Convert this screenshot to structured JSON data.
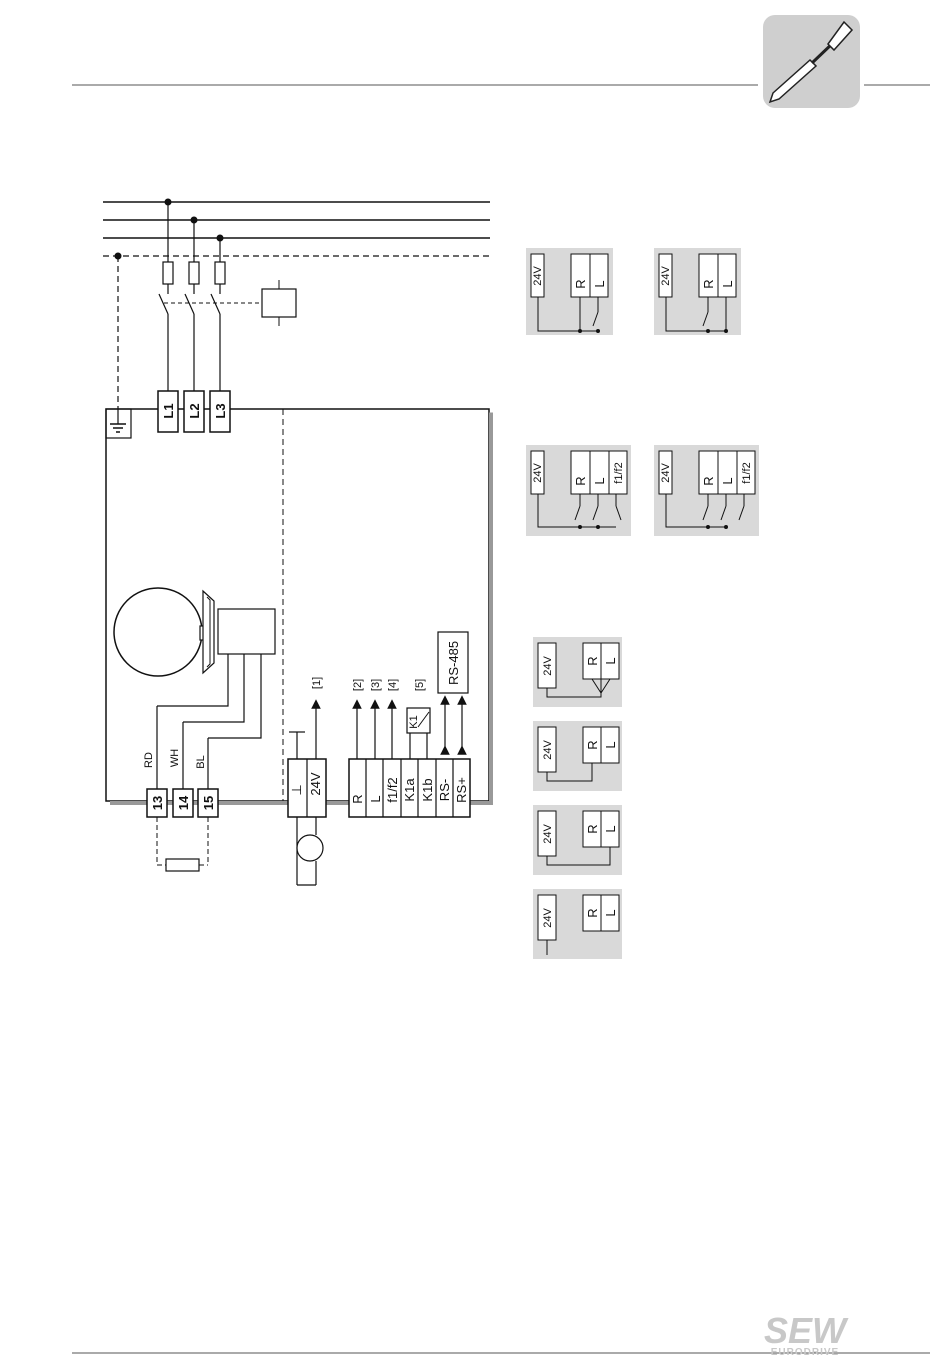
{
  "header": {
    "icon": "screwdriver-icon"
  },
  "footer": {
    "logo": {
      "brand": "SEW",
      "sub": "EURODRIVE"
    }
  },
  "diagram": {
    "mains_terminals": [
      "L1",
      "L2",
      "L3"
    ],
    "brake_terminals": [
      {
        "number": "13",
        "wire": "RD"
      },
      {
        "number": "14",
        "wire": "WH"
      },
      {
        "number": "15",
        "wire": "BL"
      }
    ],
    "supply_terminal": "24V",
    "ground_symbol": "⊥",
    "control_terminals": [
      "R",
      "L",
      "f1/f2",
      "K1a",
      "K1b",
      "RS-",
      "RS+"
    ],
    "bus_label": "RS-485",
    "relay_label": "K1",
    "refs": [
      "[1]",
      "[2]",
      "[3]",
      "[4]",
      "[5]"
    ]
  },
  "examples": {
    "supply": "24V",
    "r_label": "R",
    "l_label": "L",
    "f_label": "f1/f2"
  },
  "colors": {
    "panel": "#d9d9d9",
    "line": "#111111",
    "logo": "#c8c8c8",
    "icon_bg": "#cfcfcf"
  }
}
